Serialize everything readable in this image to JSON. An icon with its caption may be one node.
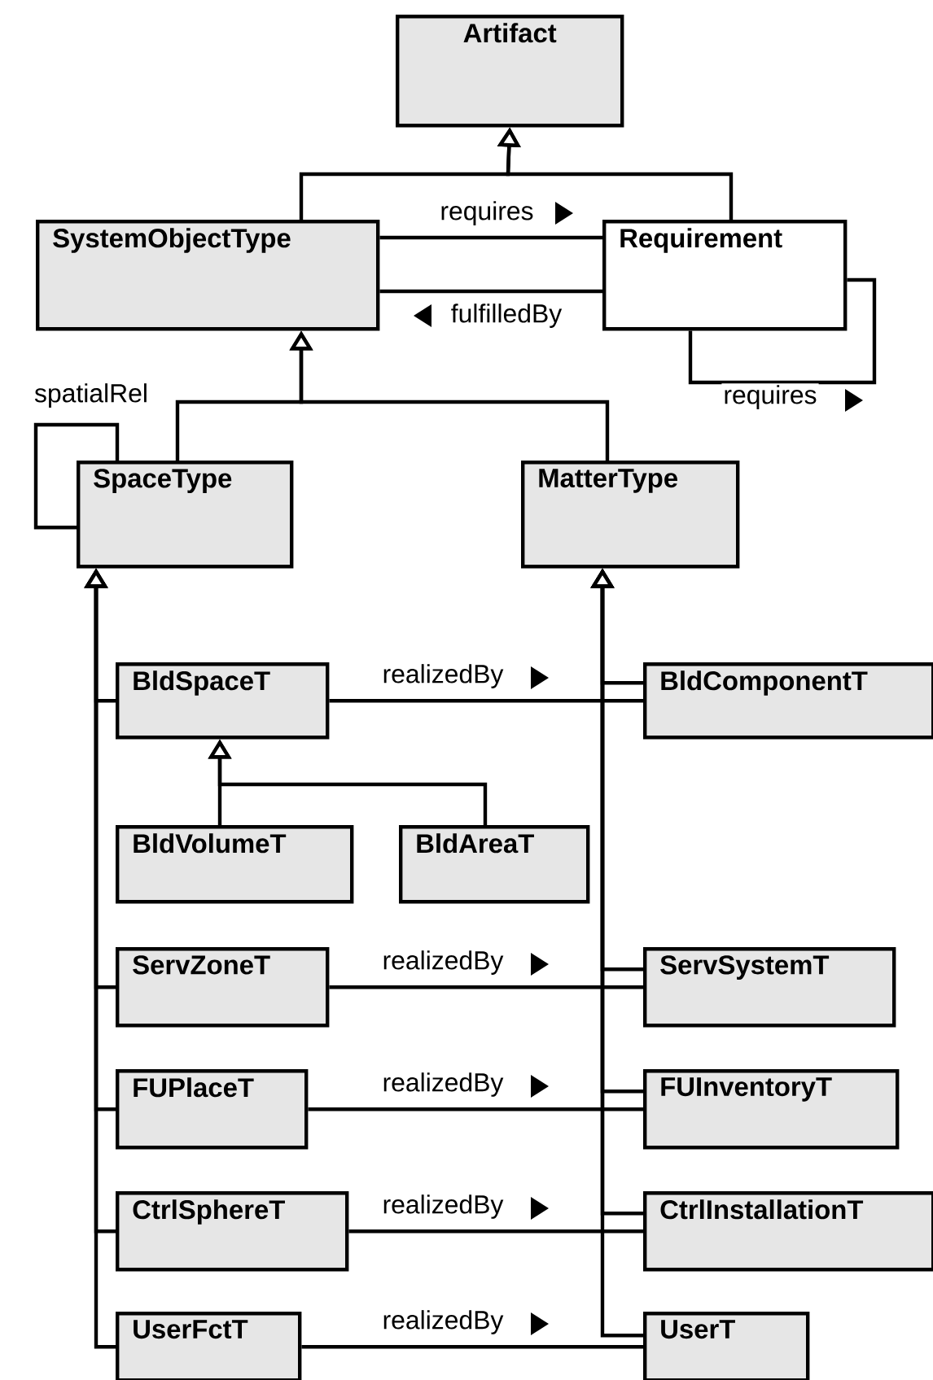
{
  "diagram": {
    "nodes": [
      {
        "text": [
          "Artifact"
        ]
      },
      {
        "text": [
          "SystemObjectType"
        ]
      },
      {
        "text": [
          "Requirement"
        ]
      },
      {
        "text": [
          "SpaceType"
        ]
      },
      {
        "text": [
          "MatterType"
        ]
      },
      {
        "text": [
          "BldSpaceT"
        ]
      },
      {
        "text": [
          "BldComponentT"
        ]
      },
      {
        "text": [
          "BldVolumeT"
        ]
      },
      {
        "text": [
          "BldAreaT"
        ]
      },
      {
        "text": [
          "ServZoneT"
        ]
      },
      {
        "text": [
          "ServSystemT"
        ]
      },
      {
        "text": [
          "FUPlaceT"
        ]
      },
      {
        "text": [
          "FUInventoryT"
        ]
      },
      {
        "text": [
          "CtrlSphereT"
        ]
      },
      {
        "text": [
          "CtrlInstallationT"
        ]
      },
      {
        "text": [
          "UserFctT"
        ]
      },
      {
        "text": [
          "UserT"
        ]
      }
    ],
    "edges": [
      {
        "from": 1,
        "to": 0,
        "arrow": "to"
      },
      {
        "from": 2,
        "to": 0,
        "arrow": "to"
      },
      {
        "from": 1,
        "to": 2,
        "arrow": "none",
        "label": "requires"
      },
      {
        "from": 1,
        "to": 2,
        "arrow": "none",
        "label": "fulfilledBy"
      },
      {
        "from": 2,
        "to": 2,
        "arrow": "none",
        "label": "requires"
      },
      {
        "from": 3,
        "to": 3,
        "arrow": "none",
        "label": "spatialRel"
      },
      {
        "from": 3,
        "to": 1,
        "arrow": "to"
      },
      {
        "from": 4,
        "to": 1,
        "arrow": "to"
      },
      {
        "from": 5,
        "to": 3,
        "arrow": "to"
      },
      {
        "from": 9,
        "to": 3,
        "arrow": "to"
      },
      {
        "from": 11,
        "to": 3,
        "arrow": "to"
      },
      {
        "from": 13,
        "to": 3,
        "arrow": "to"
      },
      {
        "from": 15,
        "to": 3,
        "arrow": "to"
      },
      {
        "from": 6,
        "to": 4,
        "arrow": "to"
      },
      {
        "from": 10,
        "to": 4,
        "arrow": "to"
      },
      {
        "from": 12,
        "to": 4,
        "arrow": "to"
      },
      {
        "from": 14,
        "to": 4,
        "arrow": "to"
      },
      {
        "from": 16,
        "to": 4,
        "arrow": "to"
      },
      {
        "from": 7,
        "to": 5,
        "arrow": "to"
      },
      {
        "from": 8,
        "to": 5,
        "arrow": "to"
      },
      {
        "from": 5,
        "to": 6,
        "arrow": "none",
        "label": "realizedBy"
      },
      {
        "from": 9,
        "to": 10,
        "arrow": "none",
        "label": "realizedBy"
      },
      {
        "from": 11,
        "to": 12,
        "arrow": "none",
        "label": "realizedBy"
      },
      {
        "from": 13,
        "to": 14,
        "arrow": "none",
        "label": "realizedBy"
      },
      {
        "from": 15,
        "to": 16,
        "arrow": "none",
        "label": "realizedBy"
      }
    ]
  }
}
